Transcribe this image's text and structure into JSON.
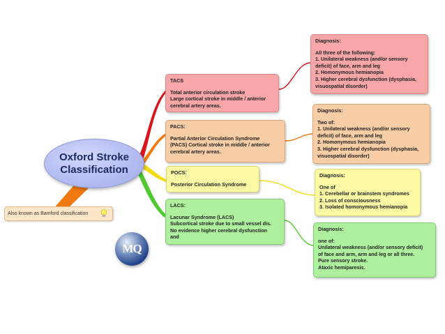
{
  "central": {
    "line1": "Oxford Stroke",
    "line2": "Classification"
  },
  "callout": {
    "text": "Also known as Bamford classification",
    "icon": "lightbulb-icon"
  },
  "logo": {
    "text": "MQ"
  },
  "branches": [
    {
      "id": "tacs",
      "color": "#d9141b",
      "title": "TACS",
      "lines": [
        "Total anterior circulation stroke",
        "Large cortical stroke in middle / anterior",
        "cerebral artery areas."
      ],
      "diagnosis": {
        "title": "Diagnosis:",
        "lines": [
          "All three of the following:",
          "1. Unilateral weakness (and/or sensory",
          "deficit) of face, arm and leg",
          "2. Homonymous hemianopia",
          "3. Higher cerebral dysfunction (dysphasia,",
          "visuospatial disorder)"
        ]
      }
    },
    {
      "id": "pacs",
      "color": "#f07a10",
      "title": "PACS:",
      "lines": [
        "Partial Anterior Circulation Syndrome",
        "(PACS) Cortical stroke in middle / anterior",
        "cerebral artery areas."
      ],
      "diagnosis": {
        "title": "Diagnosis:",
        "lines": [
          "Two of:",
          "1. Unilateral weakness (and/or sensory",
          "deficit) of face, arm and leg",
          "2. Homonymous hemianopia",
          "3. Higher cerebral dysfunction (dysphasia,",
          "visuospatial disorder)"
        ]
      }
    },
    {
      "id": "pocs",
      "color": "#f2dc17",
      "title": "POCS:",
      "lines": [
        "Posterior Circulation Syndrome"
      ],
      "diagnosis": {
        "title": "Diagnosis:",
        "lines": [
          "One of",
          "1. Cerebellar or brainstem syndromes",
          "2. Loss of consciousness",
          "3. Isolated homonymous hemianopia"
        ]
      }
    },
    {
      "id": "lacs",
      "color": "#4fc92e",
      "title": "LACS:",
      "lines": [
        "Lacunar Syndrome (LACS)",
        "Subcortical stroke due to small vessel dis.",
        "No evidence higher cerebral dysfunction",
        "and"
      ],
      "diagnosis": {
        "title": "Diagnosis:",
        "lines": [
          "one of:",
          "Unilateral weakness (and/or sensory deficit)",
          "of face and arm, arm and leg or all three.",
          "Pure sensory stroke.",
          "Ataxic hemiparesis."
        ]
      }
    }
  ]
}
